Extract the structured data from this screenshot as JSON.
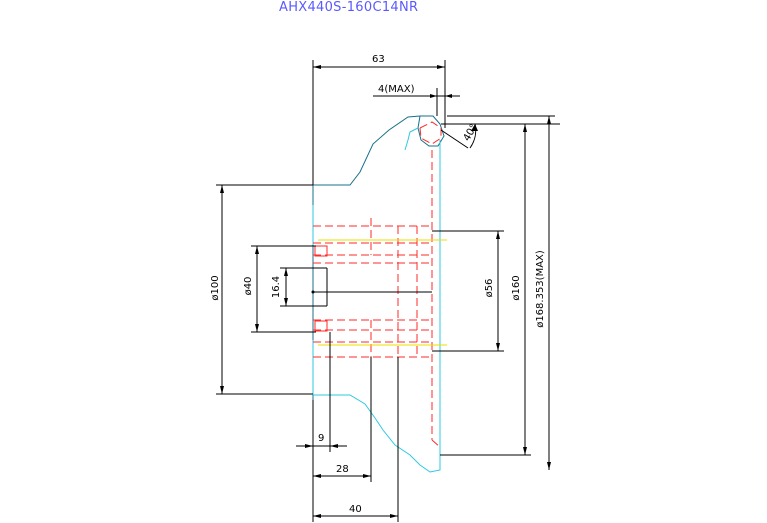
{
  "title": "AHX440S-160C14NR",
  "dimensions": {
    "overall_width": "63",
    "chamfer_max": "4(MAX)",
    "angle": "40°",
    "dia_100": "ø100",
    "dia_40": "ø40",
    "dim_16_4": "16.4",
    "dia_56": "ø56",
    "dia_160": "ø160",
    "dia_168": "ø168.353(MAX)",
    "dim_9": "9",
    "dim_28": "28",
    "dim_40": "40"
  },
  "colors": {
    "outline_outer": "#17708a",
    "outline_inner": "#2ec9e0",
    "hidden_lines": "#ff2a2a",
    "centerline": "#e8e000",
    "dimension": "#000000",
    "title": "#5a5aff"
  }
}
